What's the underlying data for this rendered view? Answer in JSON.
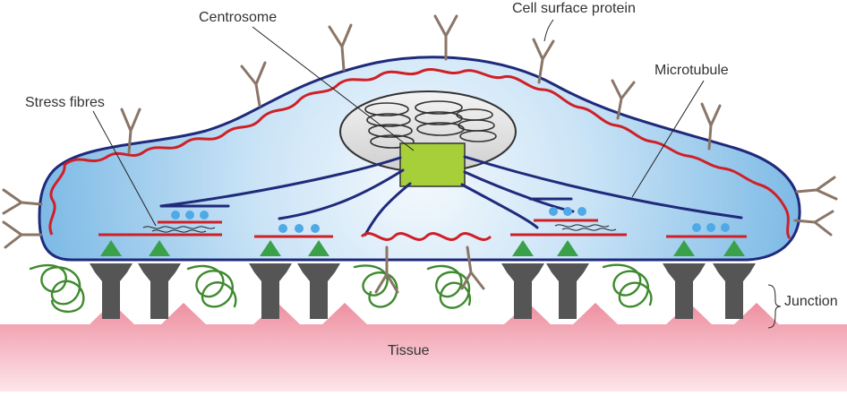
{
  "labels": {
    "centrosome": "Centrosome",
    "cell_surface_protein": "Cell surface protein",
    "microtubule": "Microtubule",
    "stress_fibres": "Stress fibres",
    "junction": "Junction",
    "tissue": "Tissue"
  },
  "colors": {
    "cell_border": "#1f2a7a",
    "cell_fill_center": "#f4f9fd",
    "cell_fill_edge": "#8fc4ea",
    "actin": "#cf2027",
    "microtubule": "#1f2a7a",
    "centrosome": "#a6cf3a",
    "surface_protein": "#8a7567",
    "adhesion_triangle": "#3aa04a",
    "junction_block": "#555555",
    "ecm": "#3e8a2e",
    "tissue": "#f3a4b2",
    "vesicle": "#4fa9e6"
  }
}
